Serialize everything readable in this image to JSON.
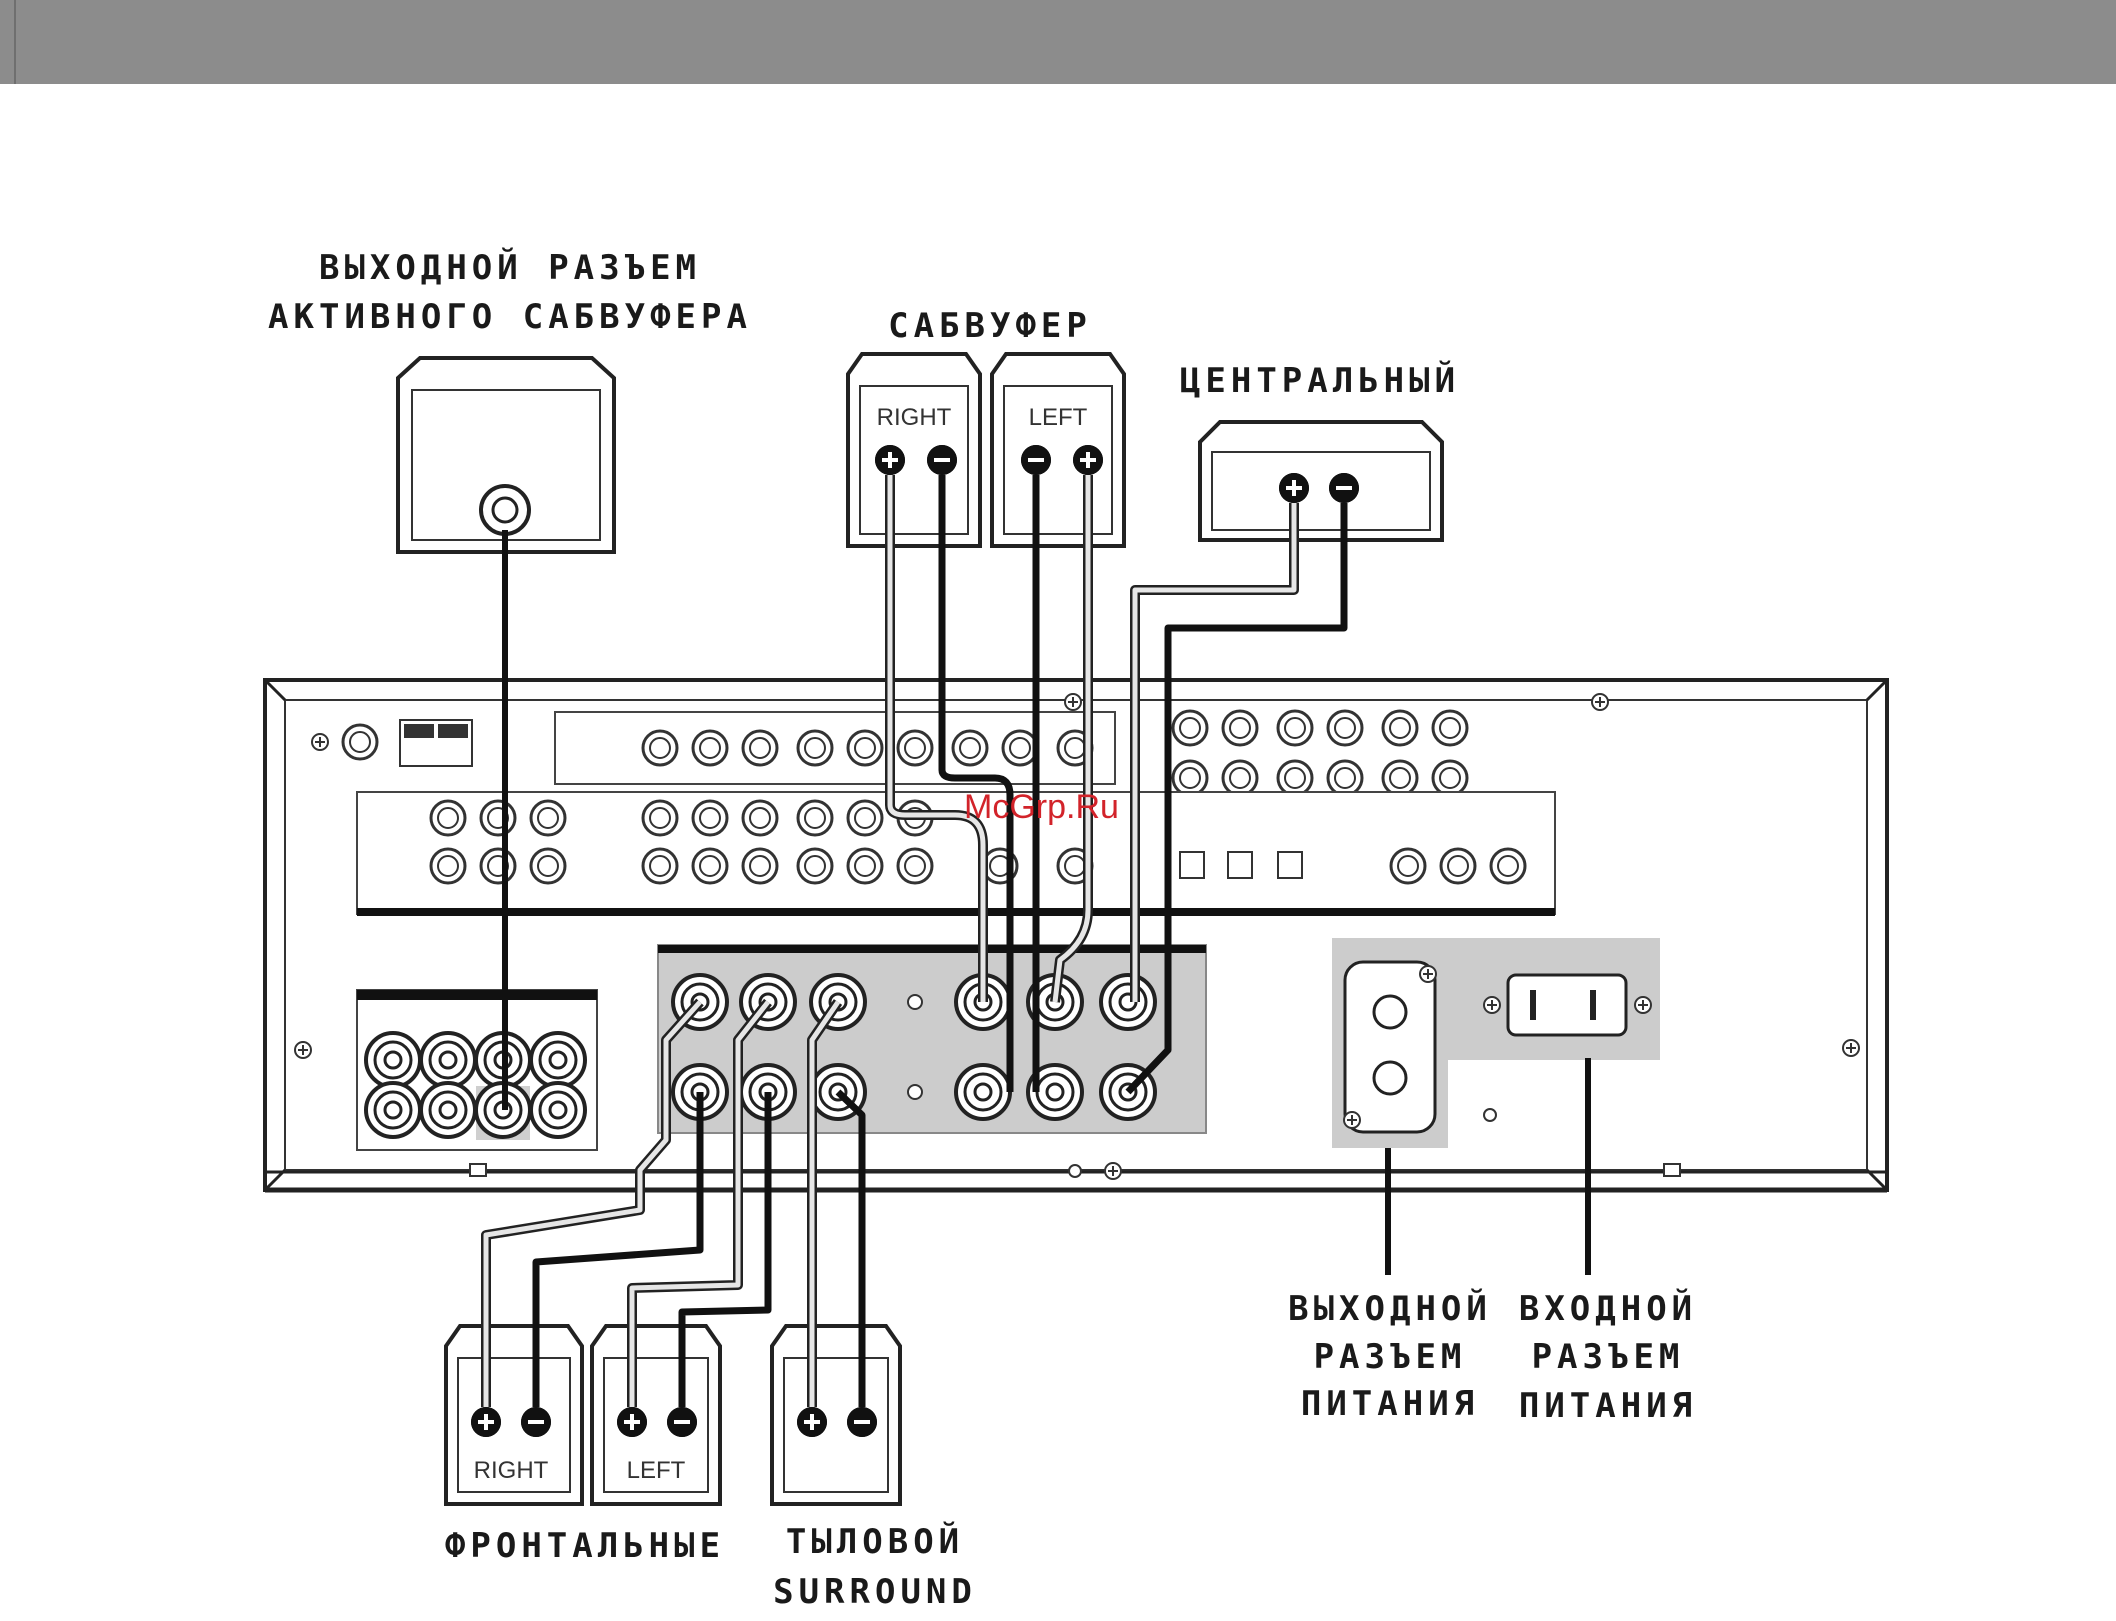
{
  "header_bar": {
    "color": "#8c8c8c"
  },
  "labels": {
    "active_sub_out_1": "ВЫХОДНОЙ РАЗЪЕМ",
    "active_sub_out_2": "АКТИВНОГО САБВУФЕРА",
    "subwoofer": "САБВУФЕР",
    "center": "ЦЕНТРАЛЬНЫЙ",
    "power_out_1": "ВЫХОДНОЙ",
    "power_out_2": "РАЗЪЕМ",
    "power_out_3": "ПИТАНИЯ",
    "power_in_1": "ВХОДНОЙ",
    "power_in_2": "РАЗЪЕМ",
    "power_in_3": "ПИТАНИЯ",
    "front": "ФРОНТАЛЬНЫЕ",
    "rear_1": "ТЫЛОВОЙ",
    "rear_2": "SURROUND"
  },
  "speakers": {
    "sub_right": "RIGHT",
    "sub_left": "LEFT",
    "front_right": "RIGHT",
    "front_left": "LEFT"
  },
  "watermark": "McGrp.Ru",
  "colors": {
    "watermark": "#d2232a",
    "panel_gray": "#c8c8c8",
    "line": "#111111"
  }
}
